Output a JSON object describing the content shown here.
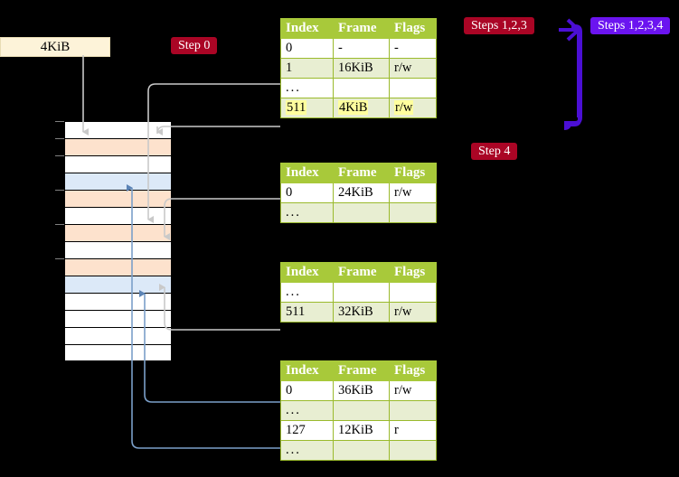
{
  "labels": {
    "size_label": "4KiB",
    "step0": "Step 0",
    "step4": "Step 4",
    "steps123": "Steps 1,2,3",
    "steps1234": "Steps 1,2,3,4"
  },
  "colors": {
    "badge_red": "#aa0525",
    "badge_violet": "#6b14f0",
    "table_header": "#a8c93a",
    "table_alt_row": "#e8eed2",
    "highlight": "#ffff9e",
    "grid_peach": "#fde2cd",
    "grid_blue": "#dce9f8",
    "size_label_bg": "#fdf3d9",
    "wire_gray": "#b8b8b8",
    "wire_blue": "#7b9fc9",
    "arrow_violet": "#4b0fd4"
  },
  "tables": [
    {
      "id": "pml4-table",
      "headers": [
        "Index",
        "Frame",
        "Flags"
      ],
      "rows": [
        {
          "style": "plain",
          "cells": [
            "0",
            "-",
            "-"
          ]
        },
        {
          "style": "alt",
          "cells": [
            "1",
            "16KiB",
            "r/w"
          ]
        },
        {
          "style": "plain",
          "cells": [
            "...",
            "",
            ""
          ]
        },
        {
          "style": "alt",
          "cells": [
            "511",
            "4KiB",
            "r/w"
          ],
          "highlight": true
        }
      ]
    },
    {
      "id": "pdpt-table",
      "headers": [
        "Index",
        "Frame",
        "Flags"
      ],
      "rows": [
        {
          "style": "plain",
          "cells": [
            "0",
            "24KiB",
            "r/w"
          ]
        },
        {
          "style": "alt",
          "cells": [
            "...",
            "",
            ""
          ]
        }
      ]
    },
    {
      "id": "pd-table",
      "headers": [
        "Index",
        "Frame",
        "Flags"
      ],
      "rows": [
        {
          "style": "plain",
          "cells": [
            "...",
            "",
            ""
          ]
        },
        {
          "style": "alt",
          "cells": [
            "511",
            "32KiB",
            "r/w"
          ]
        }
      ]
    },
    {
      "id": "pt-table",
      "headers": [
        "Index",
        "Frame",
        "Flags"
      ],
      "rows": [
        {
          "style": "plain",
          "cells": [
            "0",
            "36KiB",
            "r/w"
          ]
        },
        {
          "style": "alt",
          "cells": [
            "...",
            "",
            ""
          ]
        },
        {
          "style": "plain",
          "cells": [
            "127",
            "12KiB",
            "r"
          ]
        },
        {
          "style": "alt",
          "cells": [
            "...",
            "",
            ""
          ]
        }
      ]
    }
  ],
  "memory_grid": {
    "rows": [
      {
        "fill": "white"
      },
      {
        "fill": "peach"
      },
      {
        "fill": "white"
      },
      {
        "fill": "blue"
      },
      {
        "fill": "peach"
      },
      {
        "fill": "white"
      },
      {
        "fill": "peach"
      },
      {
        "fill": "white"
      },
      {
        "fill": "peach"
      },
      {
        "fill": "blue"
      },
      {
        "fill": "white"
      },
      {
        "fill": "white"
      },
      {
        "fill": "white"
      },
      {
        "fill": "white"
      }
    ]
  }
}
